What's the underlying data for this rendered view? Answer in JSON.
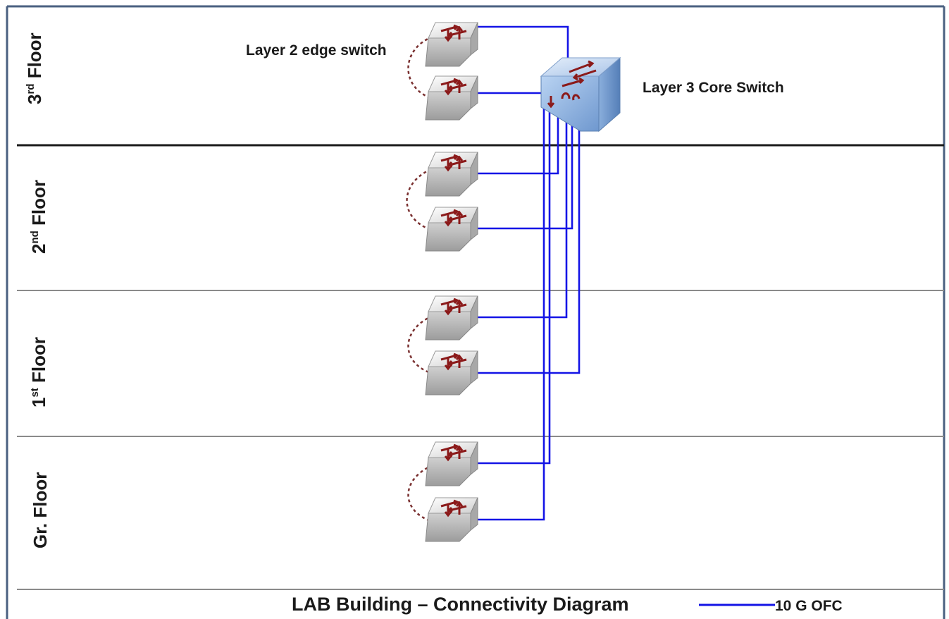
{
  "diagram": {
    "title": "LAB Building – Connectivity Diagram",
    "legend": {
      "label": "10 G OFC",
      "line_color": "#1414e6"
    },
    "colors": {
      "frame": "#4a6080",
      "fiber": "#1414e6",
      "stack_link": "#7a3030",
      "edge_switch_face": "#dcdcdc",
      "core_switch_face": "#8fb4e0"
    },
    "core_switch": {
      "label": "Layer 3 Core Switch",
      "icon": "layer3-core-switch-icon"
    },
    "edge_switch_callout": "Layer 2 edge switch",
    "floors": [
      {
        "id": "third",
        "base": "3",
        "sup": "rd",
        "rest": " Floor",
        "switches": [
          {
            "icon": "layer2-edge-switch-icon"
          },
          {
            "icon": "layer2-edge-switch-icon"
          }
        ]
      },
      {
        "id": "second",
        "base": "2",
        "sup": "nd",
        "rest": " Floor",
        "switches": [
          {
            "icon": "layer2-edge-switch-icon"
          },
          {
            "icon": "layer2-edge-switch-icon"
          }
        ]
      },
      {
        "id": "first",
        "base": "1",
        "sup": "st",
        "rest": " Floor",
        "switches": [
          {
            "icon": "layer2-edge-switch-icon"
          },
          {
            "icon": "layer2-edge-switch-icon"
          }
        ]
      },
      {
        "id": "ground",
        "base": "Gr. Floor",
        "sup": "",
        "rest": "",
        "switches": [
          {
            "icon": "layer2-edge-switch-icon"
          },
          {
            "icon": "layer2-edge-switch-icon"
          }
        ]
      }
    ]
  }
}
